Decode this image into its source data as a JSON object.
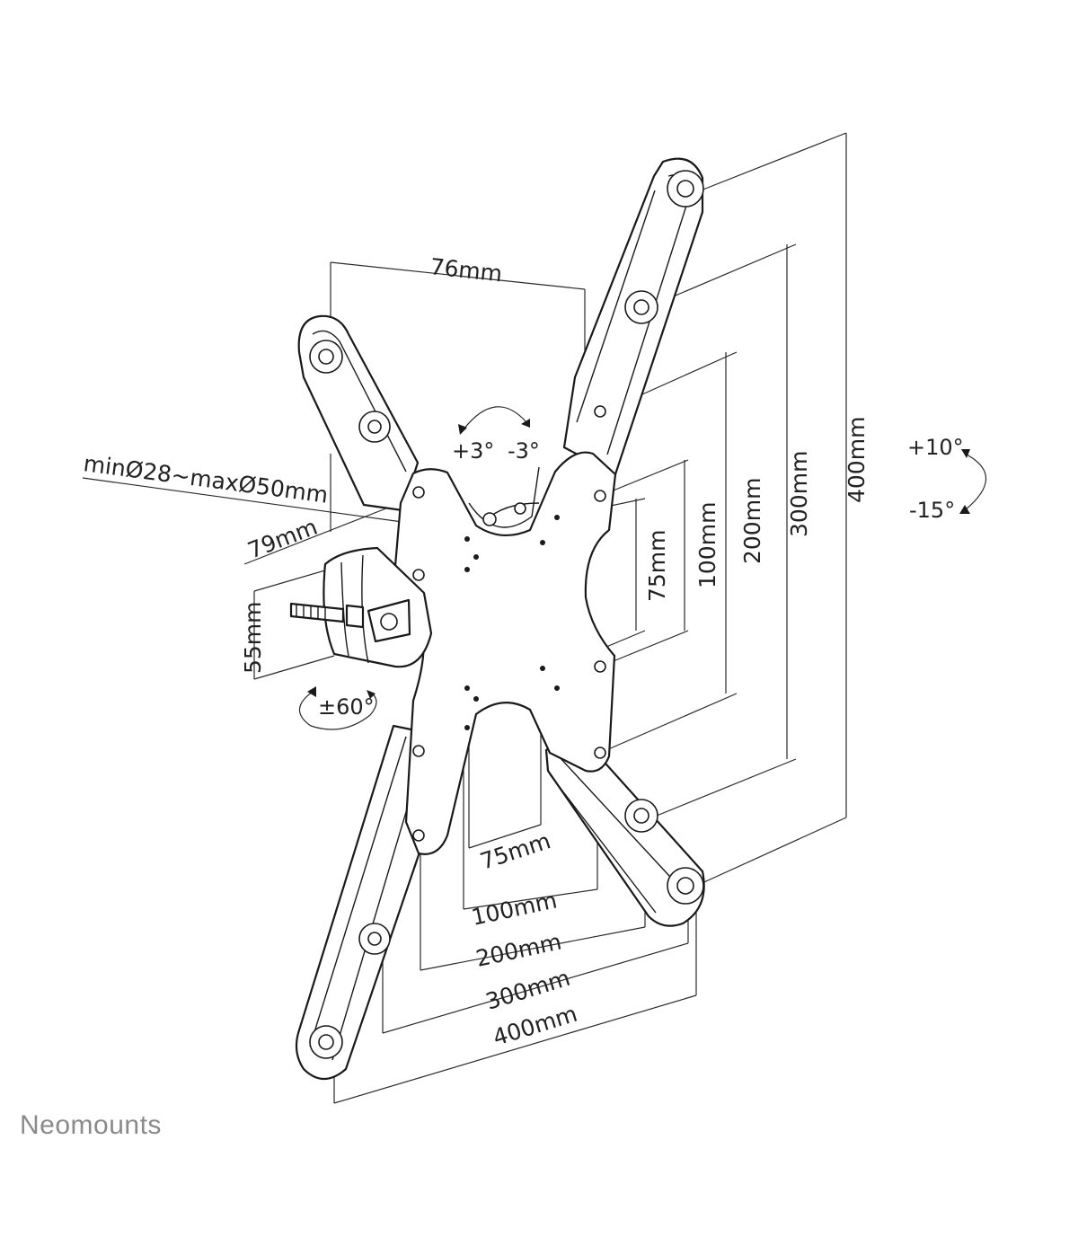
{
  "brand": {
    "logo": "Neomounts"
  },
  "dimensions": {
    "arm_width": "76mm",
    "pole_diameter": "minØ28~maxØ50mm",
    "bracket_depth": "79mm",
    "bracket_height": "55mm",
    "vesa_vertical": [
      "75mm",
      "100mm",
      "200mm",
      "300mm",
      "400mm"
    ],
    "vesa_horizontal": [
      "75mm",
      "100mm",
      "200mm",
      "300mm",
      "400mm"
    ]
  },
  "angles": {
    "tilt_plus": "+3°",
    "tilt_minus": "-3°",
    "swivel": "±60°",
    "tilt_up": "+10°",
    "tilt_down": "-15°"
  },
  "colors": {
    "line": "#1a1a1a",
    "text": "#222222",
    "logo": "#8a8a8a"
  }
}
